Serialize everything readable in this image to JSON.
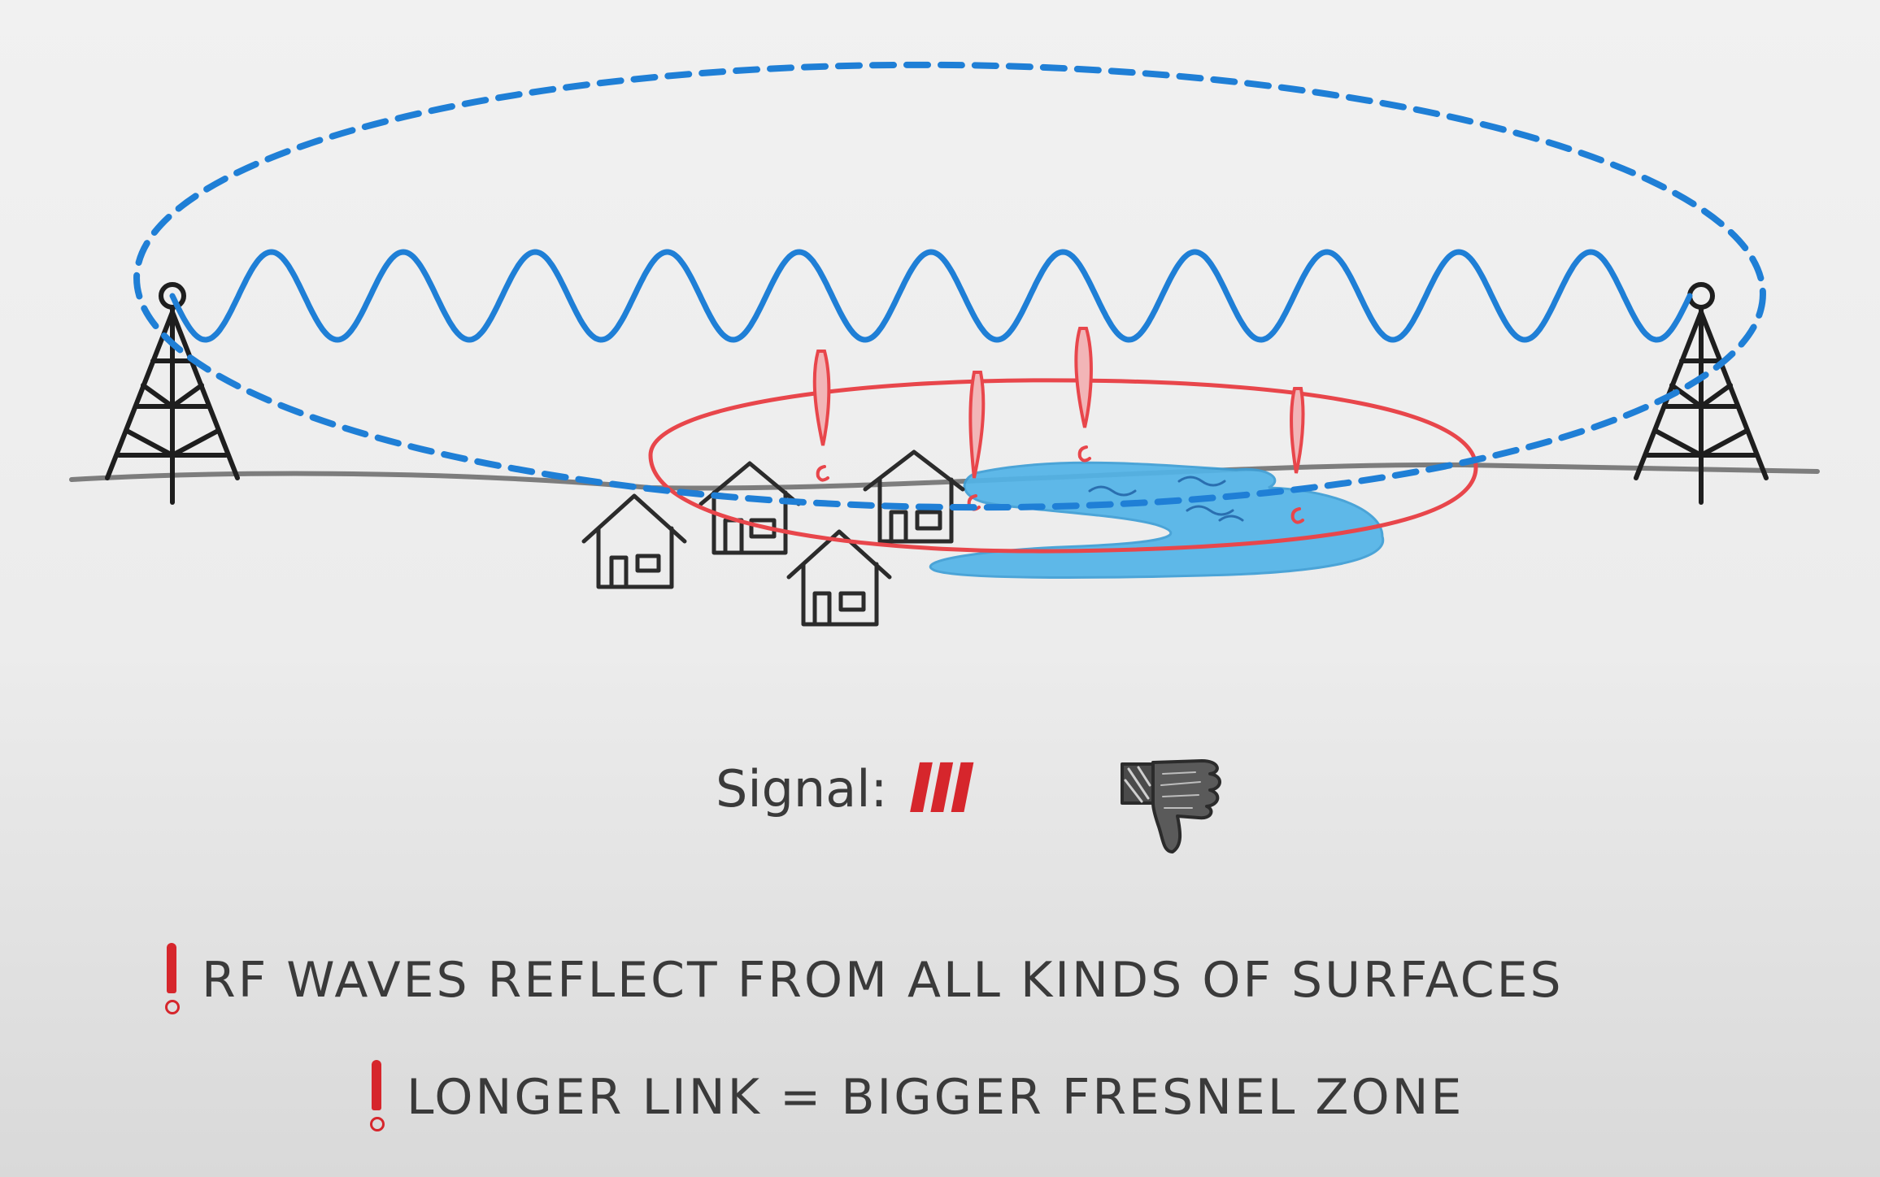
{
  "signal": {
    "label": "Signal:",
    "bars": "III"
  },
  "notes": [
    {
      "text": "RF WAVES REFLECT FROM ALL KINDS OF SURFACES"
    },
    {
      "text": "LONGER LINK = BIGGER FRESNEL ZONE"
    }
  ],
  "icons": {
    "antennas": [
      "antenna-tower-icon",
      "antenna-tower-icon"
    ],
    "houses": [
      "house-icon",
      "house-icon",
      "house-icon",
      "house-icon"
    ],
    "rating": "thumbs-down-icon",
    "warnings": "exclamation-icon"
  },
  "colors": {
    "wave": "#1f7fd6",
    "fresnel_zone": "#1f7fd6",
    "reflection_zone": "#e8464b",
    "water": "#52b4e8",
    "ground": "#7d7d7d",
    "ink": "#2b2b2b",
    "alert": "#d6262c"
  }
}
